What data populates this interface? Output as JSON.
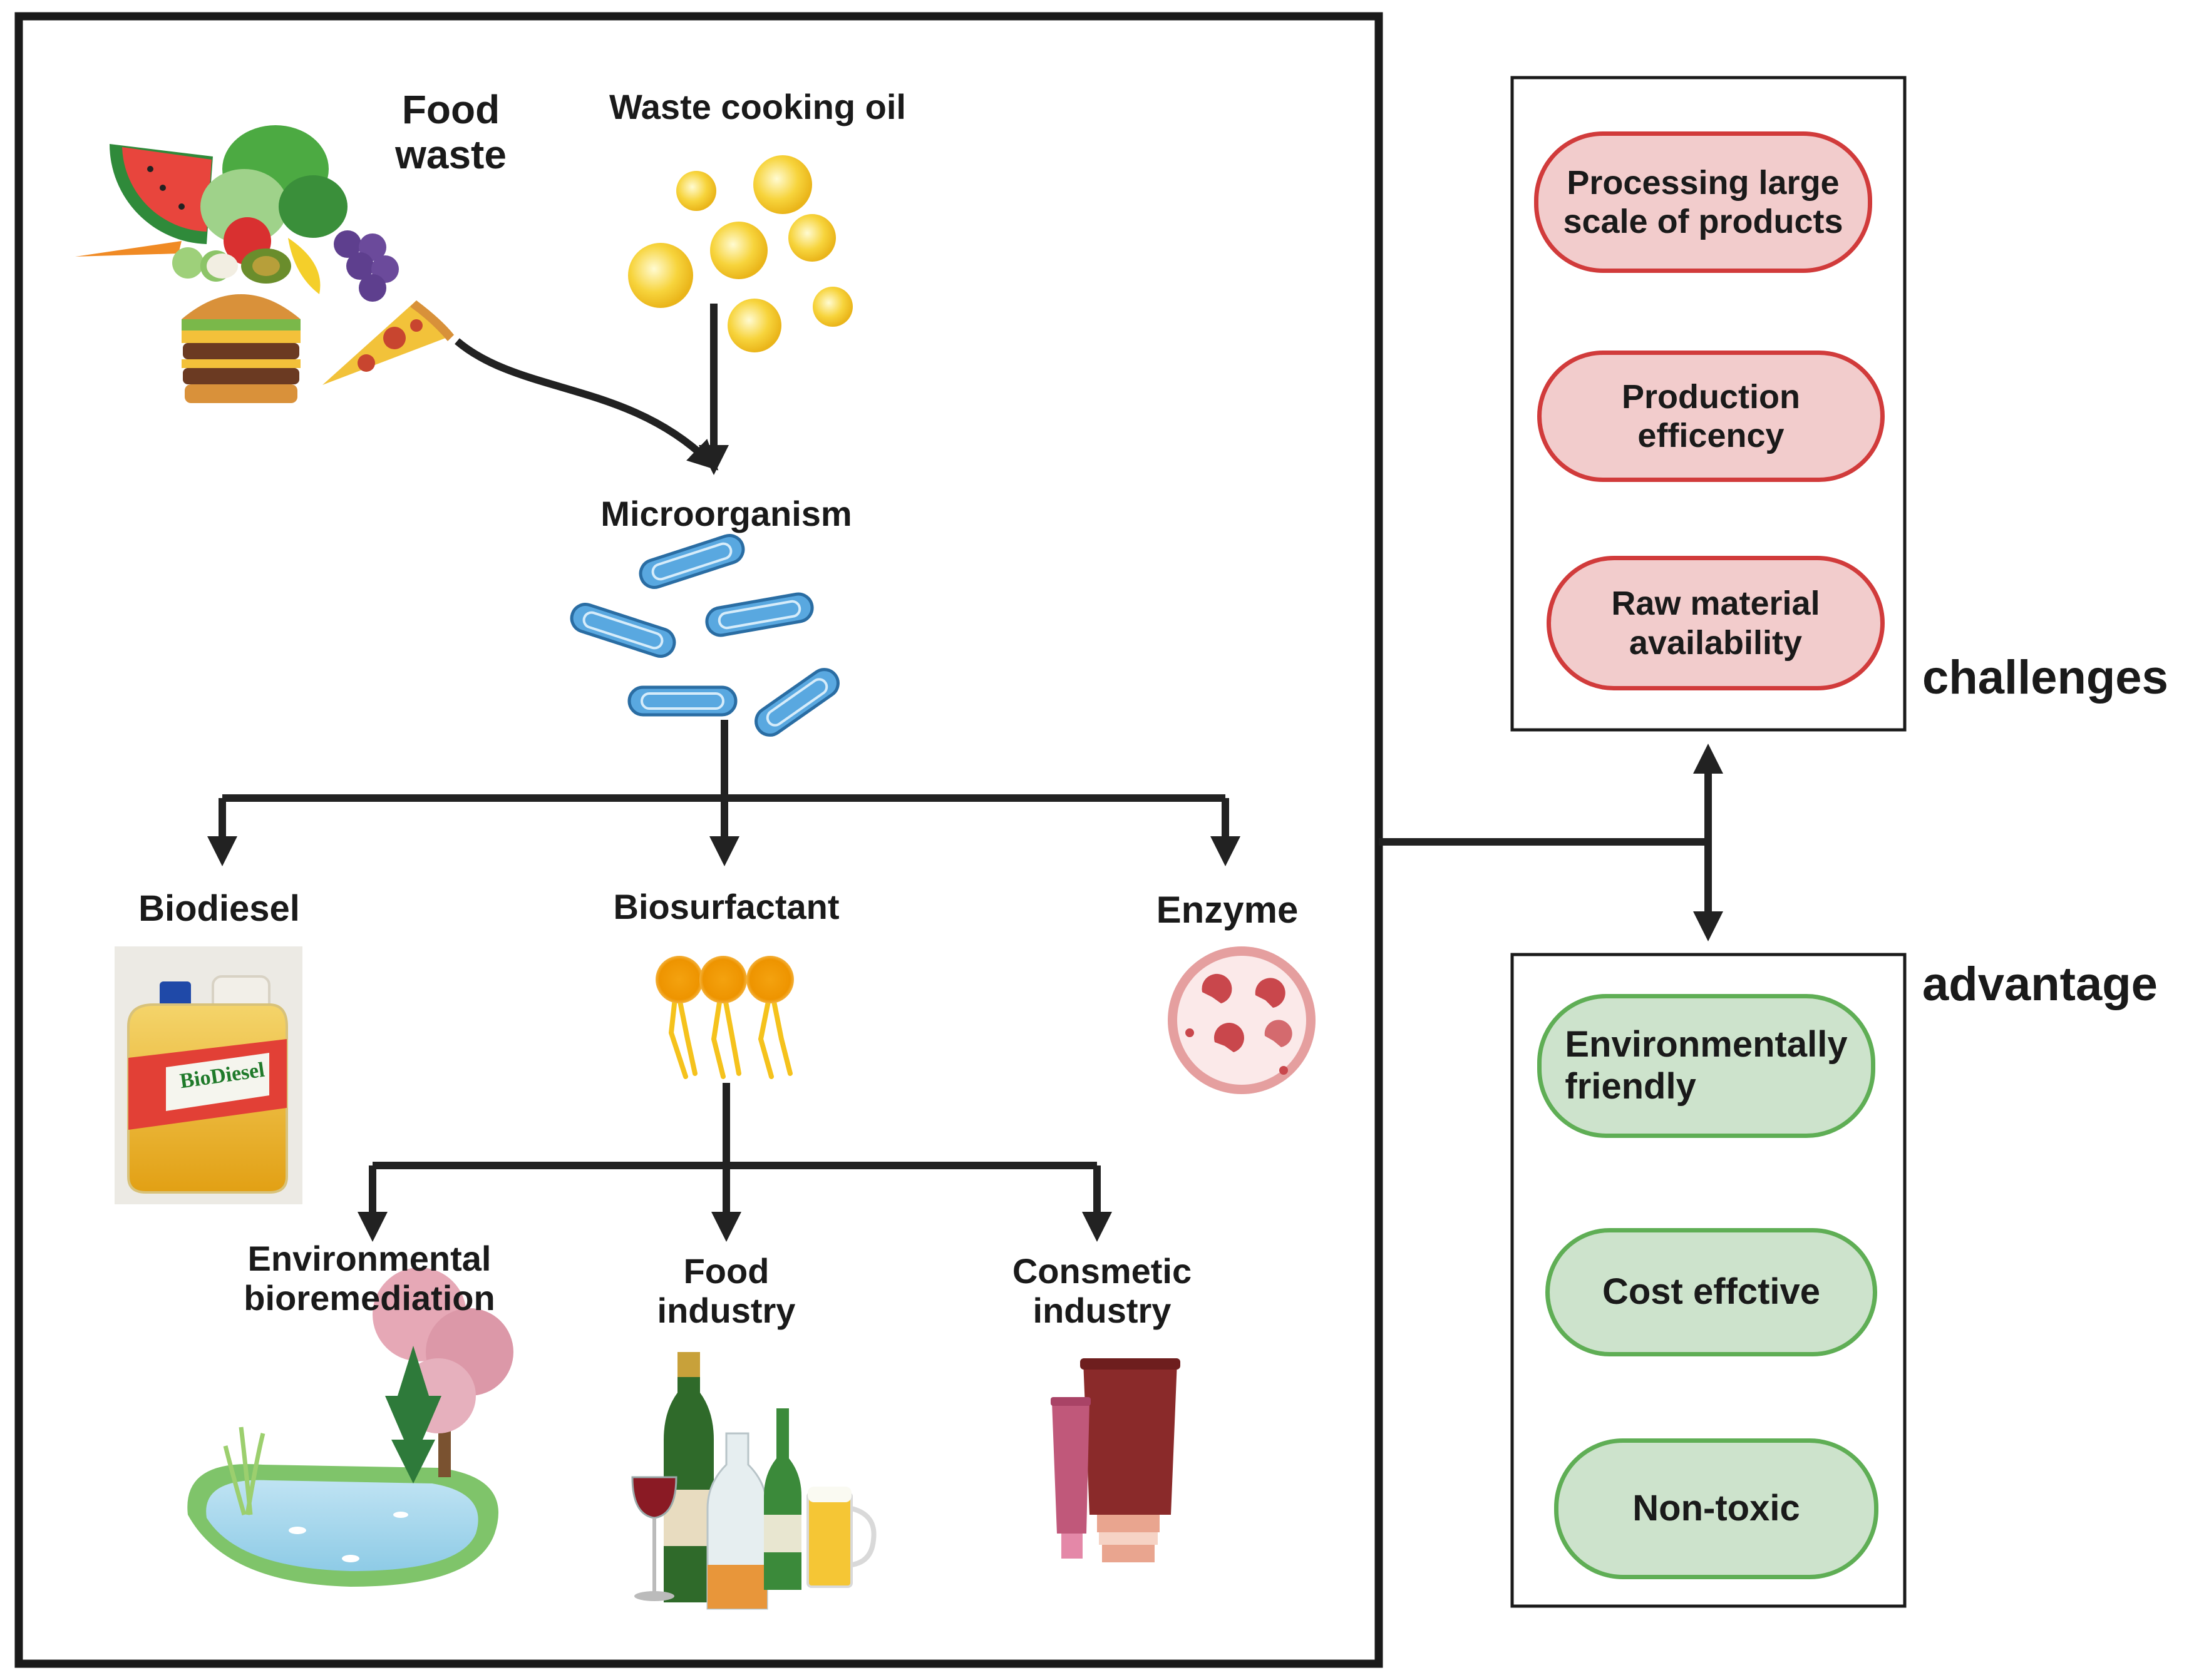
{
  "sources": {
    "food_waste": "Food\nwaste",
    "waste_cooking_oil": "Waste cooking oil"
  },
  "microorganism": "Microorganism",
  "products": {
    "biodiesel": "Biodiesel",
    "biodiesel_can_label": "BioDiesel",
    "biosurfactant": "Biosurfactant",
    "enzyme": "Enzyme"
  },
  "applications": {
    "environmental": "Environmental\nbioremediation",
    "food": "Food\nindustry",
    "cosmetic": "Consmetic\nindustry"
  },
  "challenges": {
    "title": "challenges",
    "items": [
      "Processing large\nscale of products",
      "Production\nefficency",
      "Raw material\navailability"
    ]
  },
  "advantage": {
    "title": "advantage",
    "items": [
      "Environmentally\nfriendly",
      "Cost effctive",
      "Non-toxic"
    ]
  },
  "colors": {
    "challenge_fill": "#f2cccc",
    "challenge_border": "#d13b3b",
    "advantage_fill": "#cde3cc",
    "advantage_border": "#5fae55",
    "bacteria": "#3f8fcf",
    "oil_droplet": "#f7d43c",
    "enzyme": "#c9474c"
  }
}
